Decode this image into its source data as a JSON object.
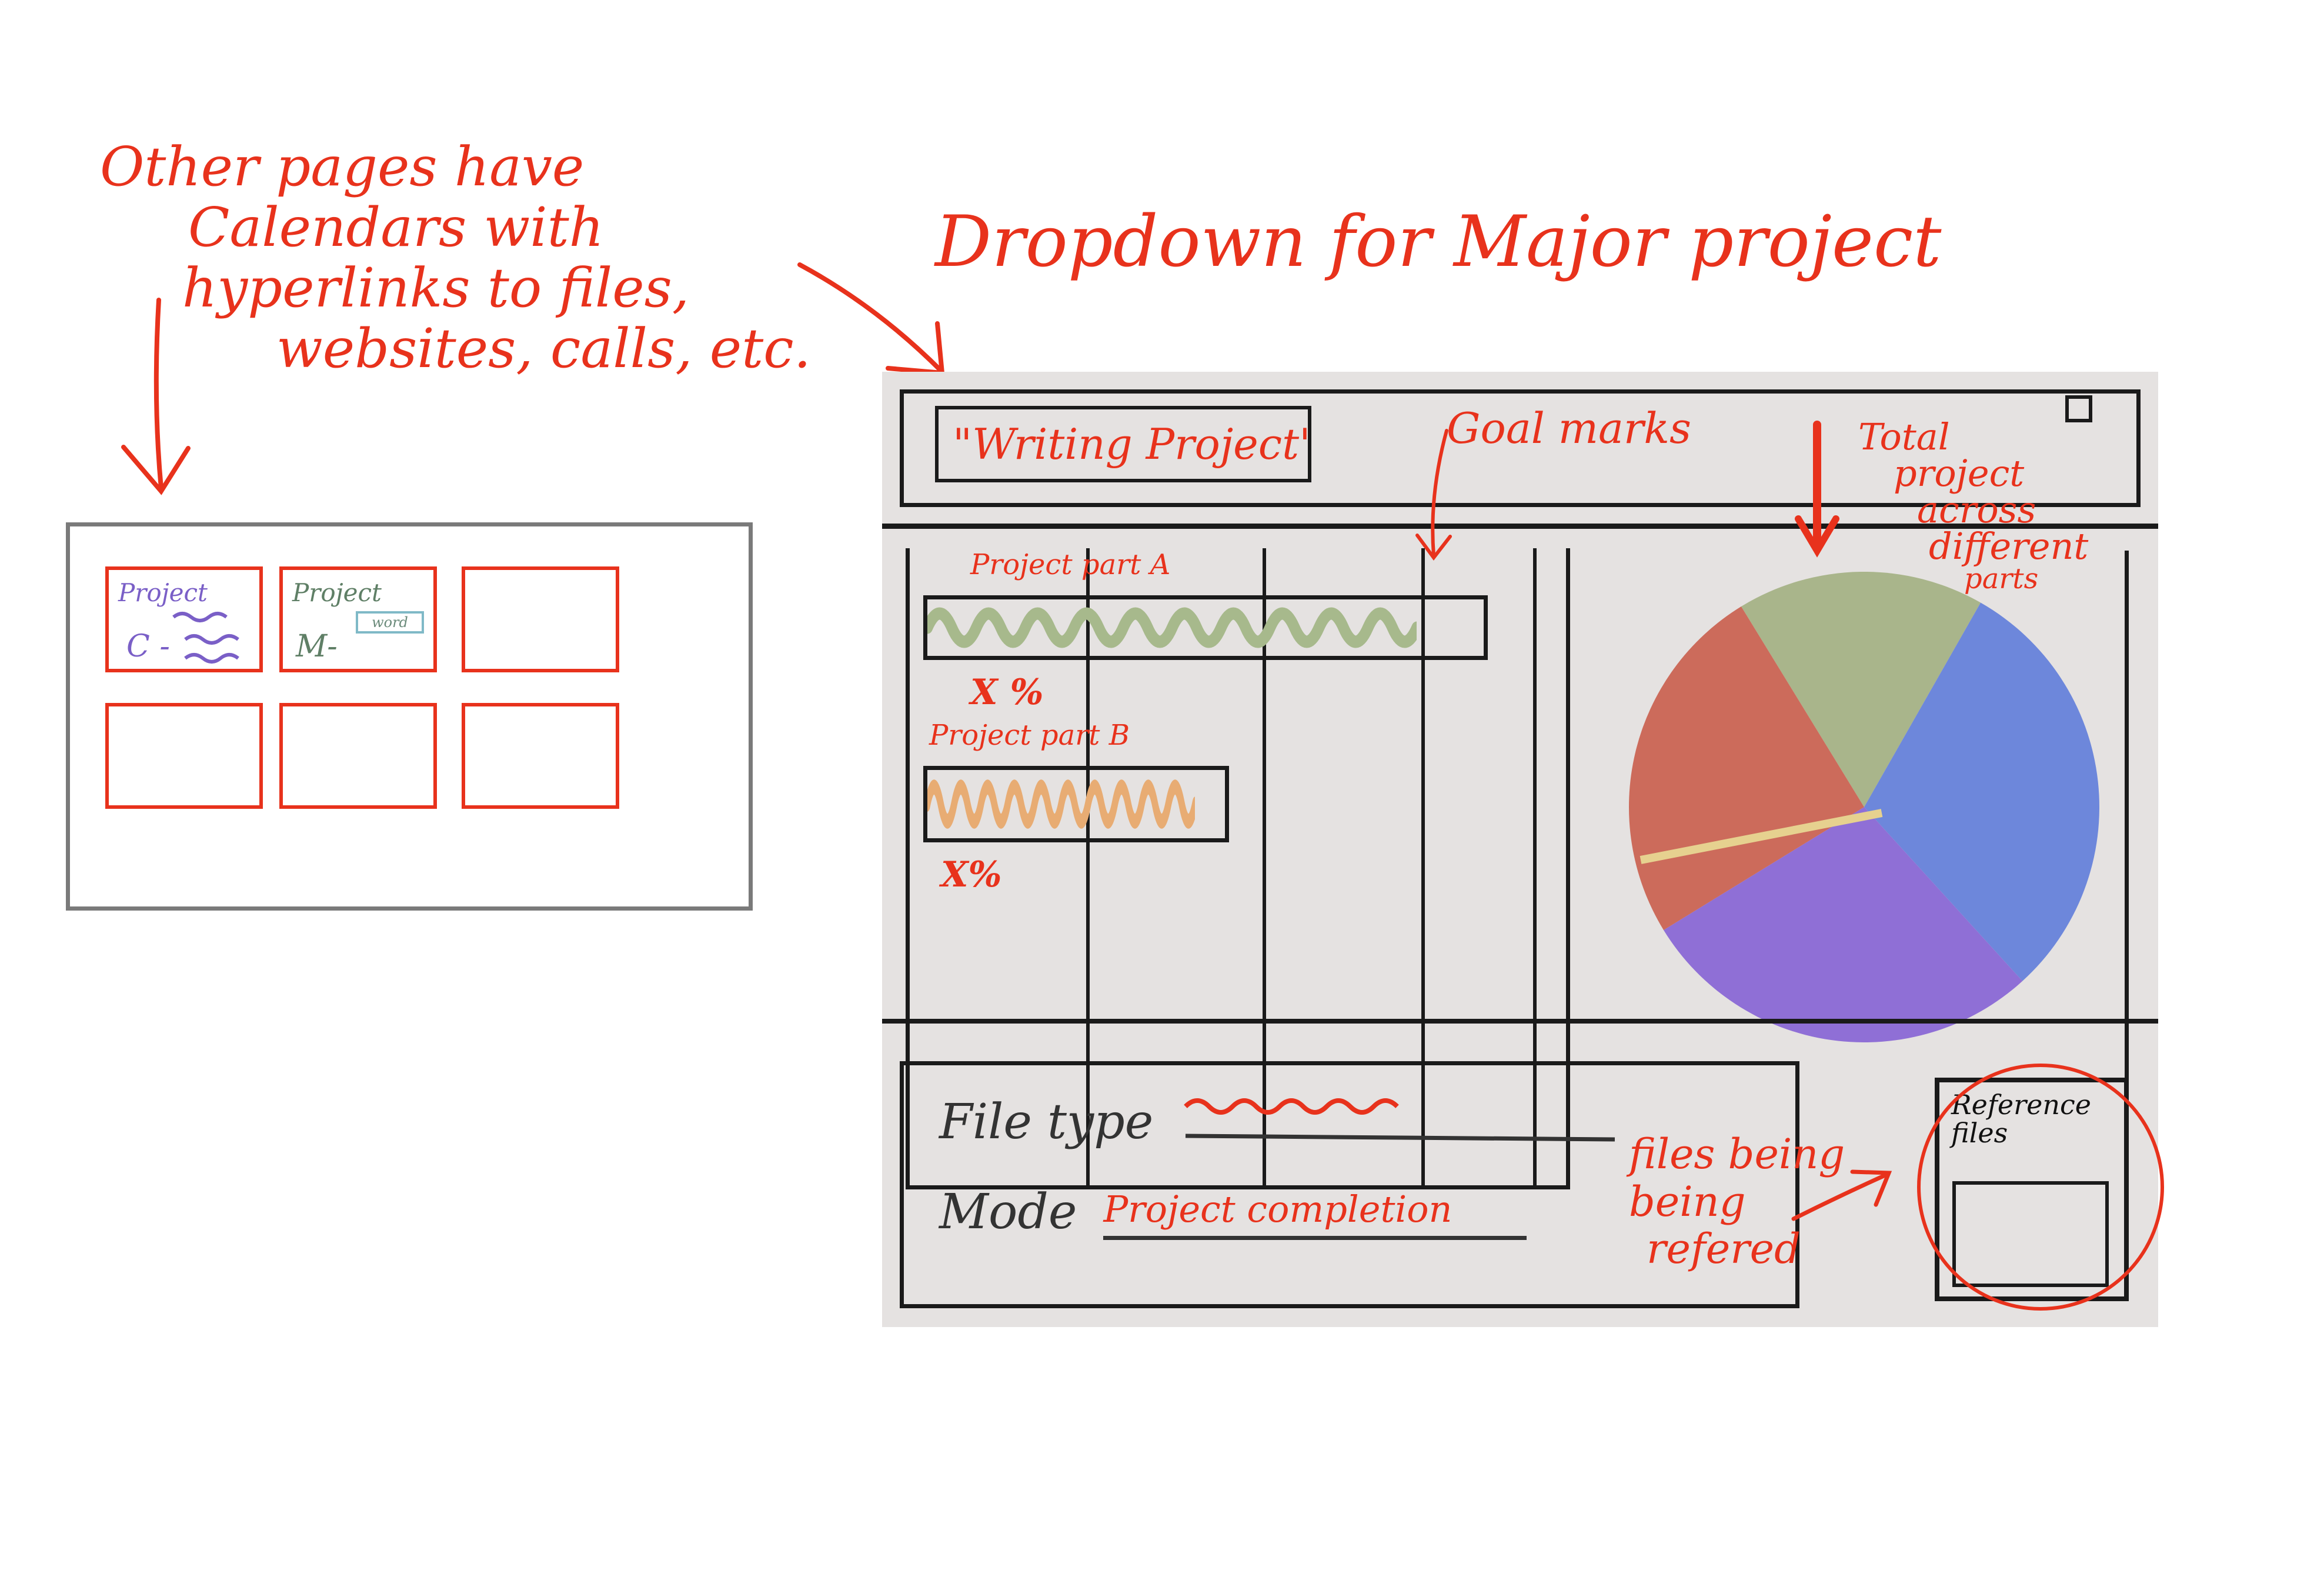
{
  "annotations": {
    "other_pages": [
      "Other pages have",
      "Calendars with",
      "hyperlinks to files,",
      "websites, calls, etc."
    ],
    "dropdown": "Dropdown for Major project",
    "goal_marks": "Goal marks",
    "total_project": [
      "Total",
      "project",
      "across",
      "different",
      "parts"
    ],
    "file_note": [
      "files being",
      "being",
      "refered"
    ]
  },
  "other_pages": {
    "cards": [
      {
        "name": "Project",
        "letter": "C -",
        "color": "#7a5fc7"
      },
      {
        "name": "Project",
        "letter": "M-",
        "color": "#5f7f66",
        "chip": "word"
      }
    ],
    "empty_cards": 4
  },
  "header": {
    "title": "\"Writing Project\""
  },
  "progress": {
    "parts": [
      {
        "label": "Project part A",
        "percent_label": "X %",
        "fill_color": "#a7b98c",
        "fraction": 0.88
      },
      {
        "label": "Project part B",
        "percent_label": "X%",
        "fill_color": "#e8ac73",
        "fraction": 0.9
      }
    ],
    "goal_marks": 4
  },
  "pie": {
    "slices": [
      {
        "name": "green",
        "color": "#a9b58b",
        "value": 17
      },
      {
        "name": "blue",
        "color": "#6d87db",
        "value": 30
      },
      {
        "name": "purple",
        "color": "#8f6fd6",
        "value": 28
      },
      {
        "name": "red",
        "color": "#cc6b5b",
        "value": 25
      }
    ],
    "divider_color": "#e6d18f"
  },
  "settings": {
    "file_type_label": "File type",
    "mode_label": "Mode",
    "mode_value": "Project completion"
  },
  "reference": {
    "title": "Reference files"
  }
}
